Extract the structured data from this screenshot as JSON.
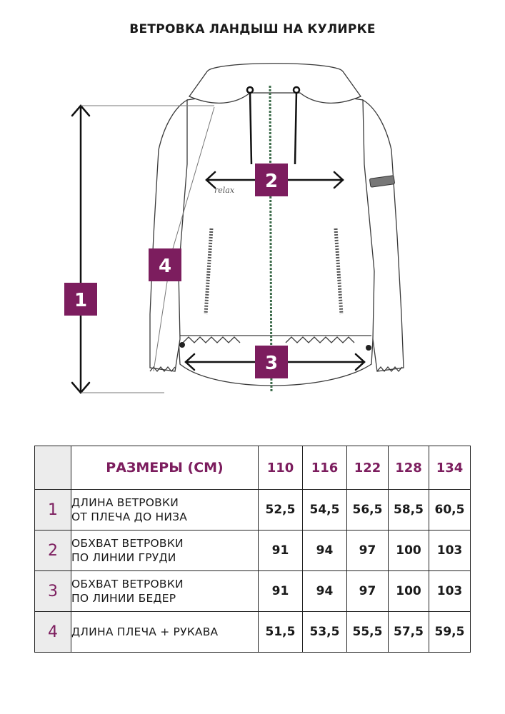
{
  "title": "ВЕТРОВКА ЛАНДЫШ НА КУЛИРКЕ",
  "illustration": {
    "brand_text": "relax",
    "markers": [
      "1",
      "2",
      "3",
      "4"
    ]
  },
  "table": {
    "header_label": "РАЗМЕРЫ (СМ)",
    "sizes": [
      "110",
      "116",
      "122",
      "128",
      "134"
    ],
    "rows": [
      {
        "num": "1",
        "line1": "ДЛИНА ВЕТРОВКИ",
        "line2": "ОТ ПЛЕЧА ДО НИЗА",
        "values": [
          "52,5",
          "54,5",
          "56,5",
          "58,5",
          "60,5"
        ]
      },
      {
        "num": "2",
        "line1": "ОБХВАТ ВЕТРОВКИ",
        "line2": "ПО ЛИНИИ ГРУДИ",
        "values": [
          "91",
          "94",
          "97",
          "100",
          "103"
        ]
      },
      {
        "num": "3",
        "line1": "ОБХВАТ ВЕТРОВКИ",
        "line2": "ПО ЛИНИИ БЕДЕР",
        "values": [
          "91",
          "94",
          "97",
          "100",
          "103"
        ]
      },
      {
        "num": "4",
        "line1": "ДЛИНА ПЛЕЧА + РУКАВА",
        "line2": "",
        "values": [
          "51,5",
          "53,5",
          "55,5",
          "57,5",
          "59,5"
        ]
      }
    ]
  },
  "colors": {
    "accent": "#7c1d5e",
    "label_cell_bg": "#ececec",
    "border": "#222222"
  }
}
